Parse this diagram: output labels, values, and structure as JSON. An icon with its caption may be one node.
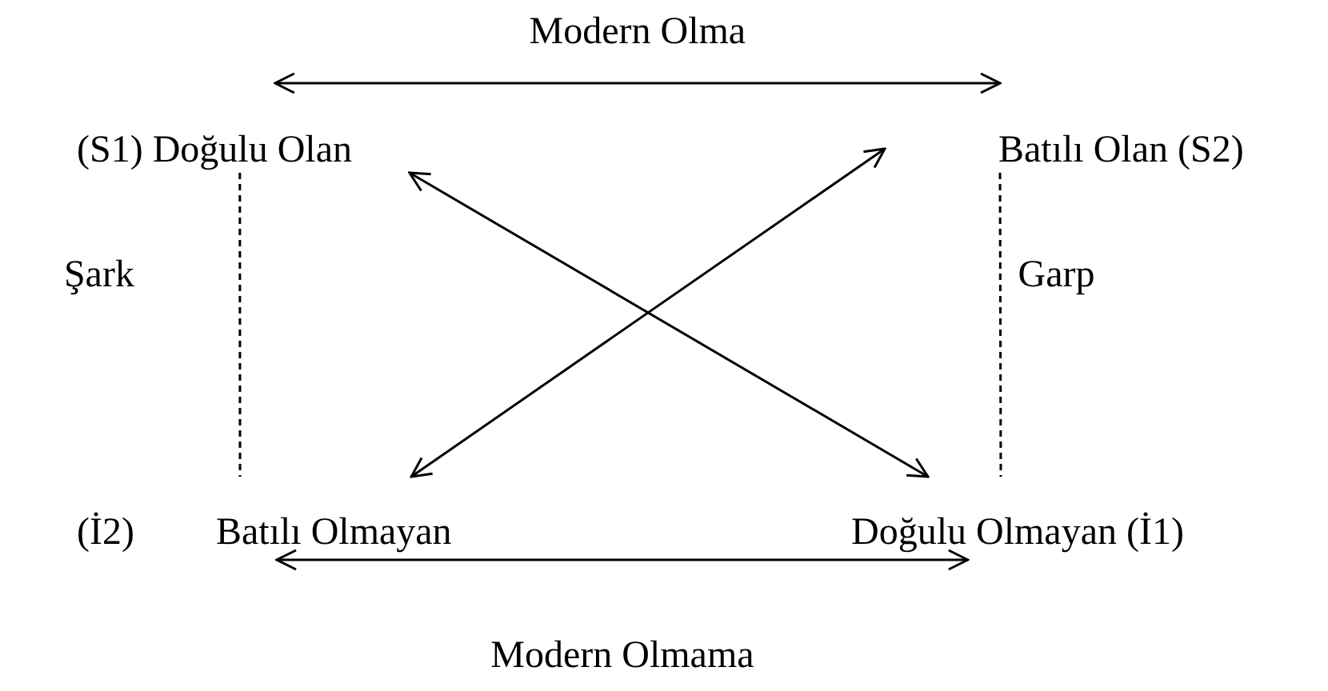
{
  "diagram": {
    "nodes": [
      {
        "text": [
          "(S1) Doğulu Olan"
        ]
      },
      {
        "text": [
          "Batılı Olan (S2)"
        ]
      },
      {
        "text": [
          "Batılı Olmayan"
        ],
        "beside": [
          "(İ2)"
        ]
      },
      {
        "text": [
          "Doğulu Olmayan (İ1)"
        ]
      }
    ],
    "edges": [
      {
        "from": 0,
        "to": 1,
        "arrow": "both",
        "label": "Modern Olma"
      },
      {
        "from": 0,
        "to": 3,
        "arrow": "both"
      },
      {
        "from": 1,
        "to": 2,
        "arrow": "both"
      },
      {
        "from": 0,
        "to": 2,
        "arrow": "none",
        "style": "dashed",
        "label": "Şark"
      },
      {
        "from": 1,
        "to": 3,
        "arrow": "none",
        "style": "dashed",
        "label": "Garp"
      },
      {
        "from": 2,
        "to": 3,
        "arrow": "both",
        "label": "Modern Olmama"
      }
    ]
  }
}
